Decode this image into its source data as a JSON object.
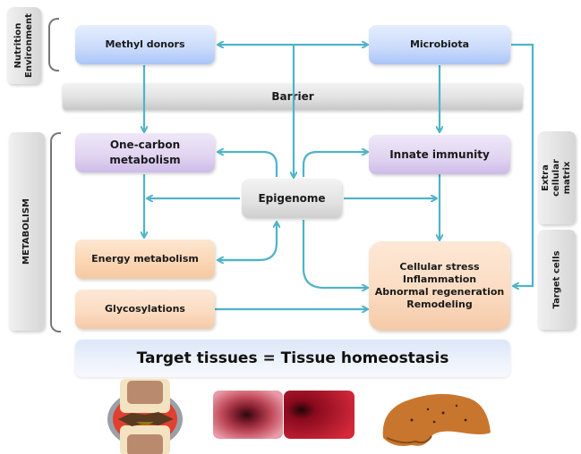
{
  "left_labels": {
    "nutrition_environment": "Nutrition\nEnvironment",
    "metabolism": "METABOLISM"
  },
  "right_labels": {
    "extra_cellular_matrix": "Extra cellular\nmatrix",
    "target_cells": "Target cells"
  },
  "nodes": {
    "methyl_donors": "Methyl donors",
    "microbiota": "Microbiota",
    "barrier": "Barrier",
    "one_carbon_metabolism": "One-carbon\nmetabolism",
    "innate_immunity": "Innate immunity",
    "epigenome": "Epigenome",
    "energy_metabolism": "Energy metabolism",
    "glycosylations": "Glycosylations",
    "outcomes": [
      "Cellular stress",
      "Inflammation",
      "Abnormal regeneration",
      "Remodeling"
    ]
  },
  "footer": {
    "title": "Target tissues = Tissue homeostasis",
    "images": [
      "inflamed-joint-illustration",
      "endoscopy-intestine-photo",
      "liver-specimen-photo"
    ]
  },
  "colors": {
    "arrow": "#4fb3c8",
    "source_box": "#c9dafb",
    "process_box": "#e0d3f1",
    "metabolic_box": "#fcd6b4",
    "neutral_box": "#e2e2e2"
  }
}
